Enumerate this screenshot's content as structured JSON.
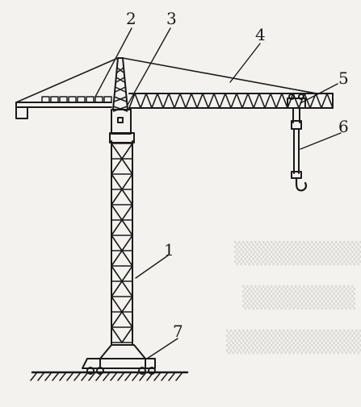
{
  "diagram": {
    "subject": "tower-crane",
    "ink_color": "#1a1a1a",
    "labels": [
      {
        "id": "1",
        "text": "1"
      },
      {
        "id": "2",
        "text": "2"
      },
      {
        "id": "3",
        "text": "3"
      },
      {
        "id": "4",
        "text": "4"
      },
      {
        "id": "5",
        "text": "5"
      },
      {
        "id": "6",
        "text": "6"
      },
      {
        "id": "7",
        "text": "7"
      }
    ]
  }
}
